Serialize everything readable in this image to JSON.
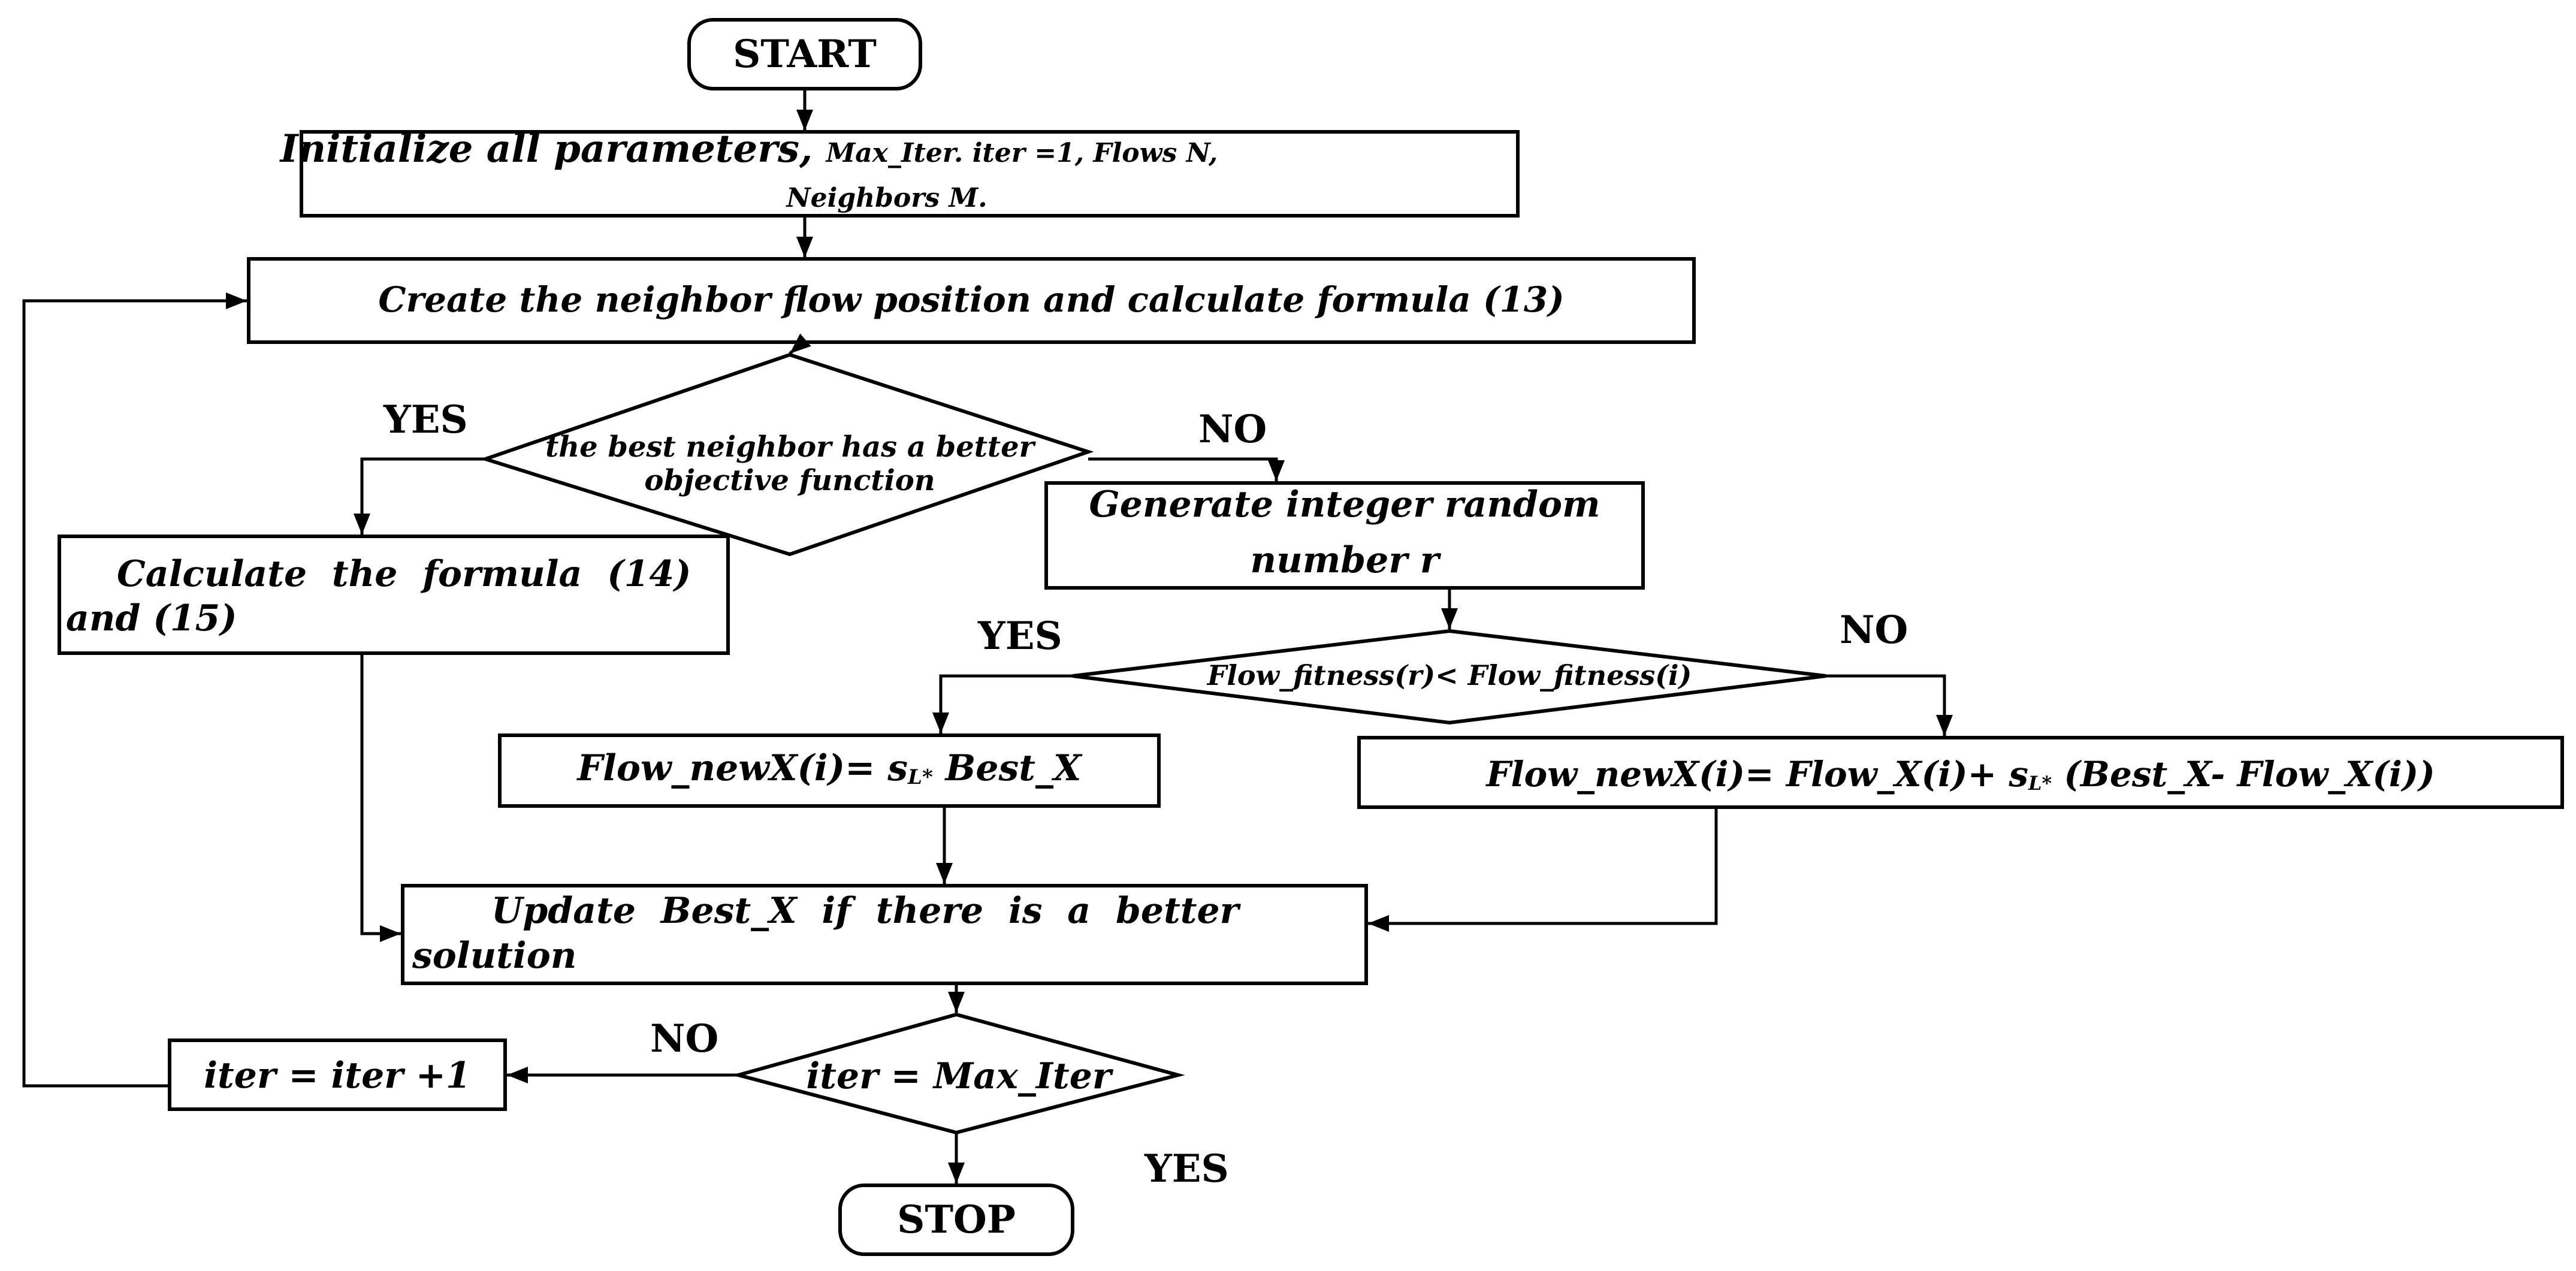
{
  "diagram": {
    "start": "START",
    "init": {
      "line1_main": "Initialize all parameters,",
      "line1_small": "Max_Iter. iter =1,  Flows N,",
      "line2": "Neighbors M."
    },
    "create": "Create the neighbor flow position and calculate formula (13)",
    "decision1": {
      "line1": "the best neighbor has a better",
      "line2": "objective function"
    },
    "calc": {
      "line1": "Calculate  the  formula  (14)",
      "line2": "and (15)"
    },
    "generate": {
      "line1": "Generate integer random",
      "line2": "number r"
    },
    "decision2": "Flow_fitness(r)< Flow_fitness(i)",
    "new1": {
      "prefix": "Flow_newX(i)= s",
      "sub": "L*",
      "suffix": " Best_X"
    },
    "new2": {
      "prefix": "Flow_newX(i)= Flow_X(i)+ s",
      "sub": "L*",
      "suffix": " (Best_X- Flow_X(i))"
    },
    "update": {
      "line1": "Update  Best_X  if  there  is  a  better",
      "line2": "solution"
    },
    "decision3": "iter = Max_Iter",
    "increment": "iter = iter +1",
    "stop": "STOP",
    "edge_labels": {
      "yes1": "YES",
      "no1": "NO",
      "yes2": "YES",
      "no2": "NO",
      "no3": "NO",
      "yes3": "YES"
    }
  },
  "colors": {
    "stroke": "#000000",
    "background": "#ffffff"
  }
}
